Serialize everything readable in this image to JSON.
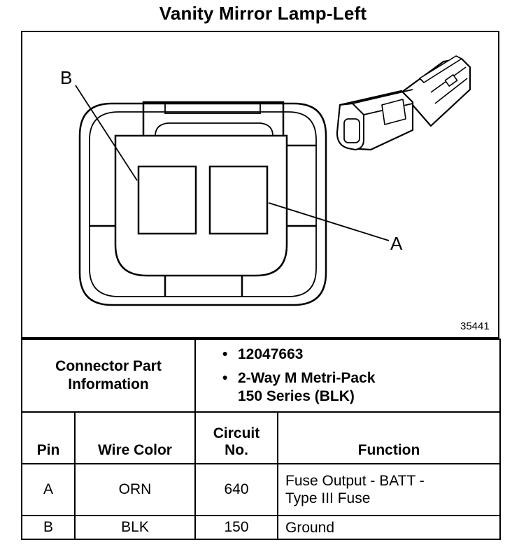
{
  "title": "Vanity Mirror Lamp-Left",
  "figure_number": "35441",
  "callouts": {
    "b": "B",
    "a": "A"
  },
  "connector_info": {
    "label_line1": "Connector Part",
    "label_line2": "Information",
    "part_number": "12047663",
    "description_line1": "2-Way M Metri-Pack",
    "description_line2": "150 Series (BLK)"
  },
  "pin_table": {
    "headers": {
      "pin": "Pin",
      "wire_color": "Wire Color",
      "circuit_line1": "Circuit",
      "circuit_line2": "No.",
      "function": "Function"
    },
    "rows": [
      {
        "pin": "A",
        "wire_color": "ORN",
        "circuit": "640",
        "function_line1": "Fuse Output - BATT -",
        "function_line2": "Type III Fuse"
      },
      {
        "pin": "B",
        "wire_color": "BLK",
        "circuit": "150",
        "function_line1": "Ground",
        "function_line2": ""
      }
    ]
  },
  "colors": {
    "ink": "#000000",
    "paper": "#ffffff"
  }
}
